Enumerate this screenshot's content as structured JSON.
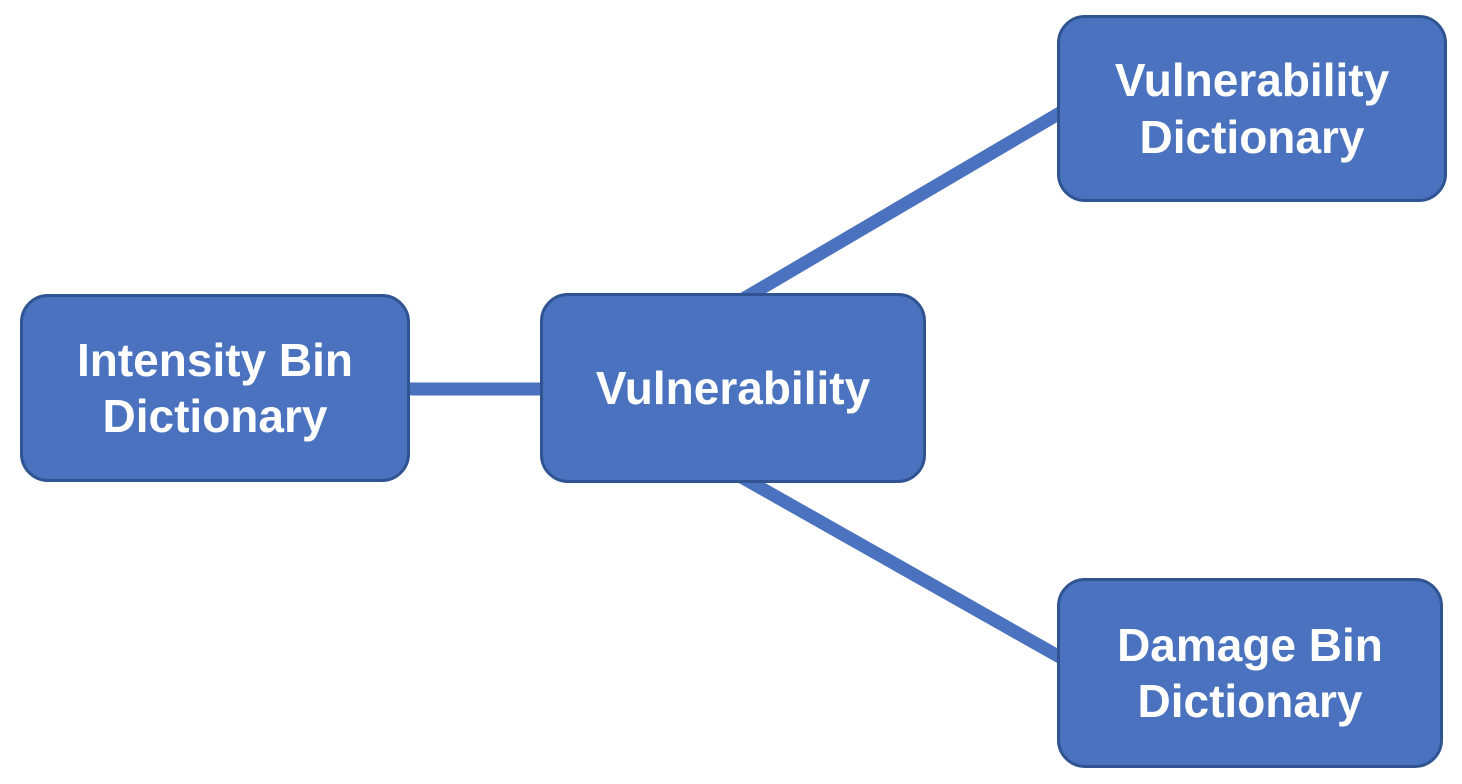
{
  "diagram": {
    "background_color": "#ffffff",
    "node_fill_color": "#4a72be",
    "node_border_color": "#2f5491",
    "edge_color": "#4a72be",
    "text_color": "#ffffff",
    "nodes": [
      {
        "id": "intensity-bin-dictionary",
        "label": "Intensity Bin Dictionary",
        "position": "left"
      },
      {
        "id": "vulnerability",
        "label": "Vulnerability",
        "position": "center"
      },
      {
        "id": "vulnerability-dictionary",
        "label": "Vulnerability Dictionary",
        "position": "top-right"
      },
      {
        "id": "damage-bin-dictionary",
        "label": "Damage Bin Dictionary",
        "position": "bottom-right"
      }
    ],
    "edges": [
      {
        "from": "intensity-bin-dictionary",
        "to": "vulnerability"
      },
      {
        "from": "vulnerability",
        "to": "vulnerability-dictionary"
      },
      {
        "from": "vulnerability",
        "to": "damage-bin-dictionary"
      }
    ]
  }
}
